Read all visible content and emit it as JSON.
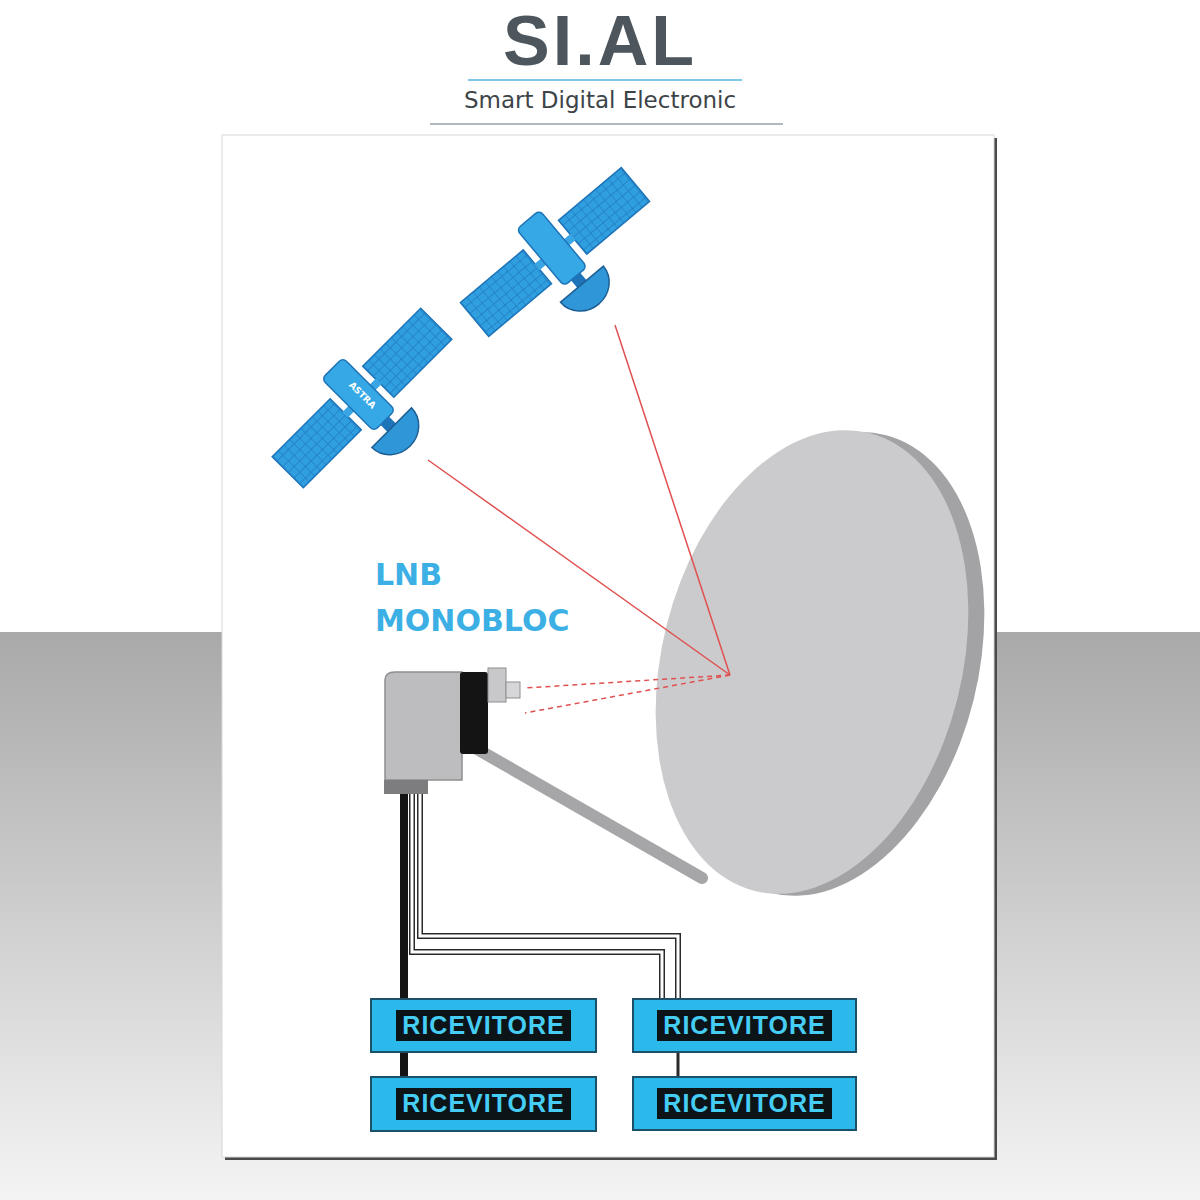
{
  "diagram": {
    "title": "SI.AL",
    "nodes": [
      {
        "text": [
          "RICEVITORE"
        ]
      },
      {
        "text": [
          "RICEVITORE"
        ]
      },
      {
        "text": [
          "RICEVITORE"
        ]
      },
      {
        "text": [
          "RICEVITORE"
        ]
      }
    ],
    "edges": [
      {
        "from": 0,
        "to": 2,
        "arrow": "none"
      },
      {
        "from": 1,
        "to": 3,
        "arrow": "none"
      }
    ],
    "labels": [
      "Smart Digital Electronic",
      "LNB MONOBLOC",
      "ASTRA"
    ]
  }
}
